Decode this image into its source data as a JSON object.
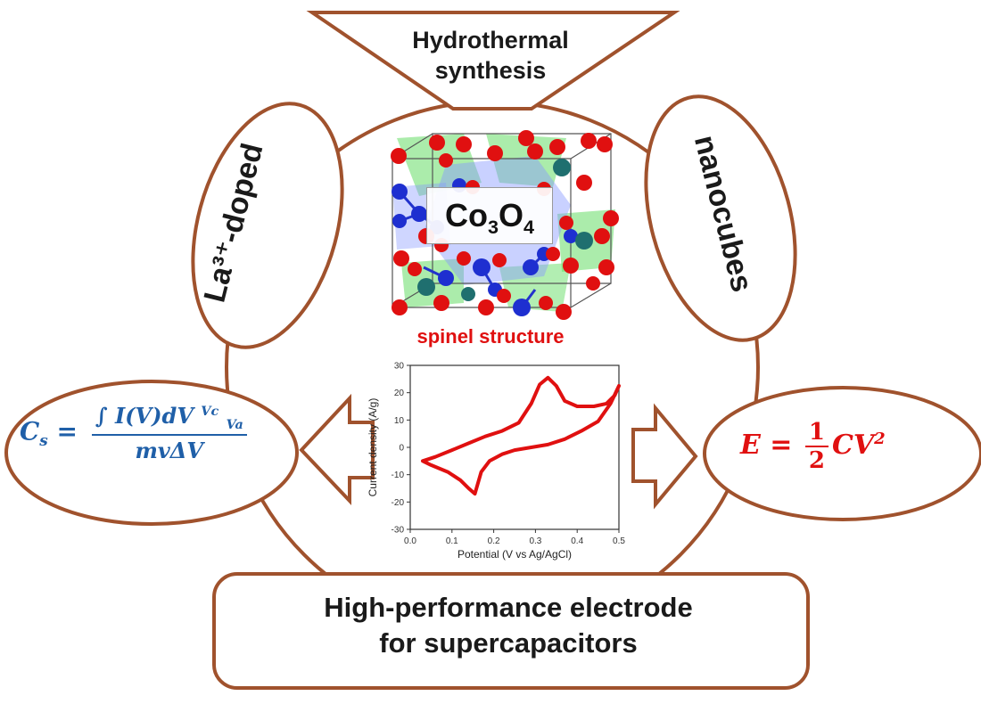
{
  "labels": {
    "top": [
      "Hydrothermal",
      "synthesis"
    ],
    "left": "La³⁺-doped",
    "right": "nanocubes",
    "compound": {
      "base": "Co",
      "sub1": "3",
      "mid": "O",
      "sub2": "4"
    },
    "structure": "spinel structure",
    "bottom": [
      "High-performance electrode",
      "for supercapacitors"
    ]
  },
  "formulas": {
    "capacitance": {
      "lhs": "C",
      "lhs_sub": "s",
      "eq": " = ",
      "num": "∫ I(V)dV",
      "num_lower": "V",
      "num_lower_sub": "a",
      "num_upper": "V",
      "num_upper_sub": "c",
      "den": "mvΔV"
    },
    "energy": {
      "lhs": "E = ",
      "num": "1",
      "den": "2",
      "rhs": "CV",
      "rhs_sup": "2"
    }
  },
  "colors": {
    "outline": "#a0522d",
    "capacitance_text": "#1f5fa8",
    "energy_text": "#e01010",
    "structure_text": "#e01010",
    "curve": "#e01010",
    "atom_oxygen": "#e01010",
    "atom_cobalt_tet": "#1e2fd0",
    "atom_cobalt_oct": "#1f6f6f",
    "polyhedra_green": "#66dd66",
    "polyhedra_blue": "#8899ff"
  },
  "chart_data": {
    "type": "line",
    "xlabel": "Potential (V vs Ag/AgCl)",
    "ylabel": "Current density (A/g)",
    "xlim": [
      0.0,
      0.5
    ],
    "ylim": [
      -30,
      30
    ],
    "xticks": [
      "0.0",
      "0.1",
      "0.2",
      "0.3",
      "0.4",
      "0.5"
    ],
    "yticks": [
      "30",
      "20",
      "10",
      "0",
      "-10",
      "-20",
      "-30"
    ],
    "series": [
      {
        "x": [
          0.03,
          0.06,
          0.1,
          0.14,
          0.18,
          0.22,
          0.26,
          0.29,
          0.31,
          0.33,
          0.35,
          0.37,
          0.4,
          0.44,
          0.47,
          0.49,
          0.5,
          0.48,
          0.45,
          0.41,
          0.37,
          0.33,
          0.29,
          0.25,
          0.22,
          0.19,
          0.17,
          0.155,
          0.14,
          0.12,
          0.09,
          0.05,
          0.03
        ],
        "y": [
          -5,
          -3.5,
          -1,
          1.5,
          4,
          6,
          9,
          16,
          23,
          25.5,
          22.5,
          17,
          15,
          15,
          16,
          19,
          22.5,
          16,
          9.5,
          6,
          3,
          1,
          0,
          -1,
          -2.5,
          -5,
          -9,
          -17,
          -15,
          -12,
          -9,
          -6.5,
          -5
        ]
      }
    ]
  }
}
